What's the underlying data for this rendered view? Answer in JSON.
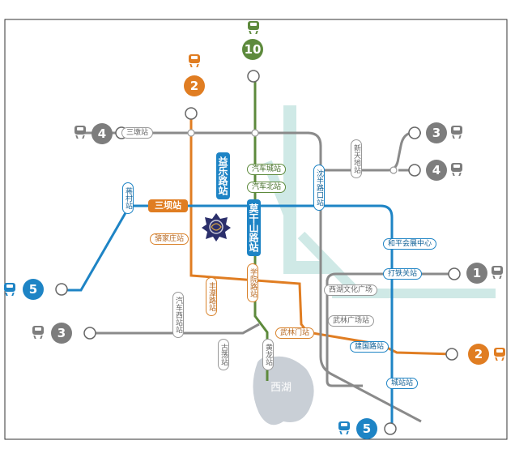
{
  "colors": {
    "line1": "#8a8a8a",
    "line2": "#e07d22",
    "line3": "#8a8a8a",
    "line4": "#8a8a8a",
    "line5": "#1e84c5",
    "line10": "#5d8a3c",
    "river": "#cfe9e6",
    "lake": "#c9cfd6"
  },
  "line_badges": {
    "l10": "10",
    "l2_top": "2",
    "l4_left": "4",
    "l3_right": "3",
    "l4_right": "4",
    "l5_left": "5",
    "l3_left": "3",
    "l1_right": "1",
    "l2_right": "2",
    "l5_bottom": "5"
  },
  "stations": {
    "sanduntian": "三墩站",
    "xintiandi": "新天地站",
    "qichechengzhan": "汽车城站",
    "qichebeizhan": "汽车北站",
    "yileluzhan": "益乐路站",
    "jiangcunzhan": "蒋村站",
    "sanbazhan": "三坝站",
    "shenbanlukouzhan": "沈半路口站",
    "mogansanluzhan": "莫干山路站",
    "luojiazhuangzhan": "骆家庄站",
    "hepinghuizhan": "和平会展中心",
    "datieguanzhan": "打铁关站",
    "xuezhanluzhan": "学院路站",
    "fengtanluzhan": "丰潭路站",
    "qichexizhan": "汽车西站站",
    "xihuwenhua": "西湖文化广场",
    "wulinguangchang": "武林广场站",
    "wulinmenzhan": "武林门站",
    "jianguoluzhan": "建国路站",
    "gudangzhan": "古荡站",
    "huanglongzhan": "黄龙站",
    "chengzhanzhan": "城站站"
  },
  "lake_label": "西湖",
  "icons": [
    "train-icon",
    "logo-emblem"
  ]
}
